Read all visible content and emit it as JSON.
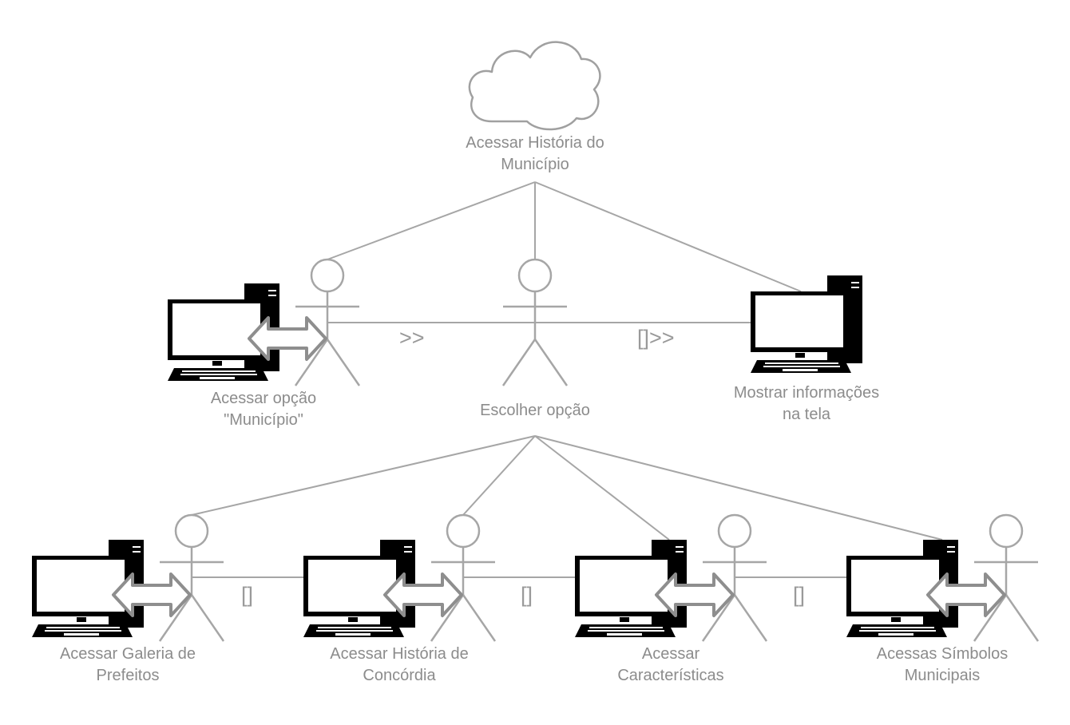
{
  "root": {
    "label_line1": "Acessar História do",
    "label_line2": "Município",
    "icon": "cloud-icon"
  },
  "level1": {
    "left": {
      "label_line1": "Acessar opção",
      "label_line2": "\"Município\"",
      "icon": "computer-icon"
    },
    "center": {
      "label": "Escolher opção",
      "icon": "actor-icon"
    },
    "right": {
      "label_line1": "Mostrar informações",
      "label_line2": "na tela",
      "icon": "computer-icon"
    },
    "op_left": ">>",
    "op_right": "[]>>"
  },
  "level2": {
    "items": [
      {
        "label_line1": "Acessar Galeria de",
        "label_line2": "Prefeitos"
      },
      {
        "label_line1": "Acessar História de",
        "label_line2": "Concórdia"
      },
      {
        "label_line1": "Acessar",
        "label_line2": "Características"
      },
      {
        "label_line1": "Acessas Símbolos",
        "label_line2": "Municipais"
      }
    ],
    "ops": [
      "[]",
      "[]",
      "[]"
    ]
  },
  "colors": {
    "line": "#a6a6a6",
    "text": "#8c8c8c",
    "computer": "#000000",
    "arrow_outline": "#8e8e8e"
  }
}
